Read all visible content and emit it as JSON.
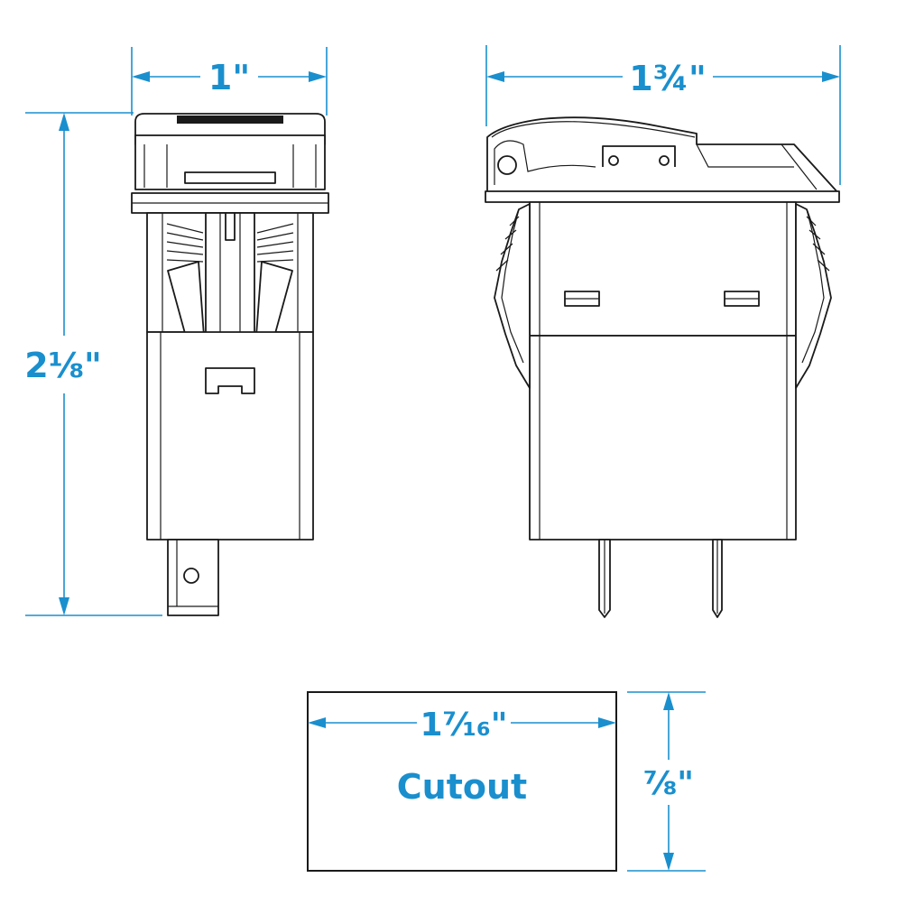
{
  "dimensions": {
    "front_width": "1\"",
    "side_width": "1¾\"",
    "height": "2⅛\"",
    "cutout_width": "1⁷⁄₁₆\"",
    "cutout_height": "⅞\""
  },
  "cutout": {
    "label": "Cutout"
  },
  "colors": {
    "dimension": "#1a8fce",
    "outline": "#1a1a1a",
    "background": "#ffffff"
  }
}
